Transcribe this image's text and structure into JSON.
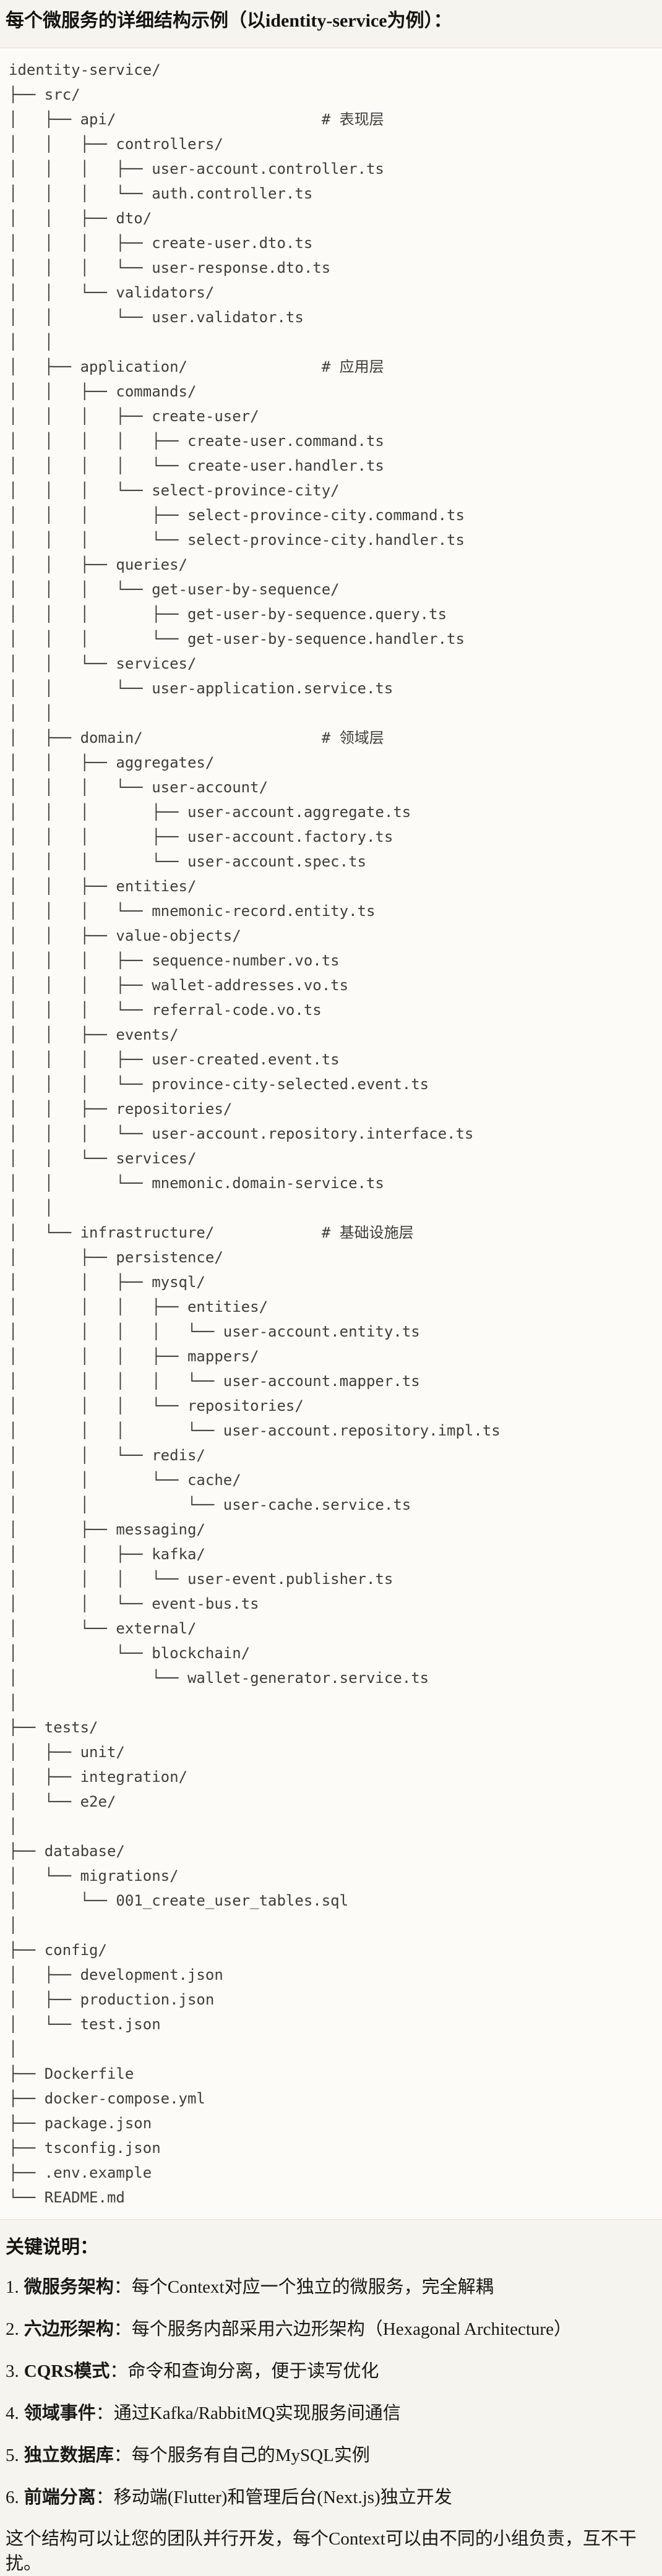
{
  "page": {
    "title": "每个微服务的详细结构示例（以identity-service为例）："
  },
  "tree": {
    "lines": [
      "identity-service/",
      "├── src/",
      "│   ├── api/                       # 表现层",
      "│   │   ├── controllers/",
      "│   │   │   ├── user-account.controller.ts",
      "│   │   │   └── auth.controller.ts",
      "│   │   ├── dto/",
      "│   │   │   ├── create-user.dto.ts",
      "│   │   │   └── user-response.dto.ts",
      "│   │   └── validators/",
      "│   │       └── user.validator.ts",
      "│   │",
      "│   ├── application/               # 应用层",
      "│   │   ├── commands/",
      "│   │   │   ├── create-user/",
      "│   │   │   │   ├── create-user.command.ts",
      "│   │   │   │   └── create-user.handler.ts",
      "│   │   │   └── select-province-city/",
      "│   │   │       ├── select-province-city.command.ts",
      "│   │   │       └── select-province-city.handler.ts",
      "│   │   ├── queries/",
      "│   │   │   └── get-user-by-sequence/",
      "│   │   │       ├── get-user-by-sequence.query.ts",
      "│   │   │       └── get-user-by-sequence.handler.ts",
      "│   │   └── services/",
      "│   │       └── user-application.service.ts",
      "│   │",
      "│   ├── domain/                    # 领域层",
      "│   │   ├── aggregates/",
      "│   │   │   └── user-account/",
      "│   │   │       ├── user-account.aggregate.ts",
      "│   │   │       ├── user-account.factory.ts",
      "│   │   │       └── user-account.spec.ts",
      "│   │   ├── entities/",
      "│   │   │   └── mnemonic-record.entity.ts",
      "│   │   ├── value-objects/",
      "│   │   │   ├── sequence-number.vo.ts",
      "│   │   │   ├── wallet-addresses.vo.ts",
      "│   │   │   └── referral-code.vo.ts",
      "│   │   ├── events/",
      "│   │   │   ├── user-created.event.ts",
      "│   │   │   └── province-city-selected.event.ts",
      "│   │   ├── repositories/",
      "│   │   │   └── user-account.repository.interface.ts",
      "│   │   └── services/",
      "│   │       └── mnemonic.domain-service.ts",
      "│   │",
      "│   └── infrastructure/            # 基础设施层",
      "│       ├── persistence/",
      "│       │   ├── mysql/",
      "│       │   │   ├── entities/",
      "│       │   │   │   └── user-account.entity.ts",
      "│       │   │   ├── mappers/",
      "│       │   │   │   └── user-account.mapper.ts",
      "│       │   │   └── repositories/",
      "│       │   │       └── user-account.repository.impl.ts",
      "│       │   └── redis/",
      "│       │       └── cache/",
      "│       │           └── user-cache.service.ts",
      "│       ├── messaging/",
      "│       │   ├── kafka/",
      "│       │   │   └── user-event.publisher.ts",
      "│       │   └── event-bus.ts",
      "│       └── external/",
      "│           └── blockchain/",
      "│               └── wallet-generator.service.ts",
      "│",
      "├── tests/",
      "│   ├── unit/",
      "│   ├── integration/",
      "│   └── e2e/",
      "│",
      "├── database/",
      "│   └── migrations/",
      "│       └── 001_create_user_tables.sql",
      "│",
      "├── config/",
      "│   ├── development.json",
      "│   ├── production.json",
      "│   └── test.json",
      "│",
      "├── Dockerfile",
      "├── docker-compose.yml",
      "├── package.json",
      "├── tsconfig.json",
      "├── .env.example",
      "└── README.md"
    ]
  },
  "notes": {
    "heading": "关键说明：",
    "items": [
      {
        "num": "1.",
        "term": "微服务架构",
        "desc": "：每个Context对应一个独立的微服务，完全解耦"
      },
      {
        "num": "2.",
        "term": "六边形架构",
        "desc": "：每个服务内部采用六边形架构（Hexagonal Architecture）"
      },
      {
        "num": "3.",
        "term": "CQRS模式",
        "desc": "：命令和查询分离，便于读写优化"
      },
      {
        "num": "4.",
        "term": "领域事件",
        "desc": "：通过Kafka/RabbitMQ实现服务间通信"
      },
      {
        "num": "5.",
        "term": "独立数据库",
        "desc": "：每个服务有自己的MySQL实例"
      },
      {
        "num": "6.",
        "term": "前端分离",
        "desc": "：移动端(Flutter)和管理后台(Next.js)独立开发"
      }
    ],
    "closing": "这个结构可以让您的团队并行开发，每个Context可以由不同的小组负责，互不干扰。"
  }
}
